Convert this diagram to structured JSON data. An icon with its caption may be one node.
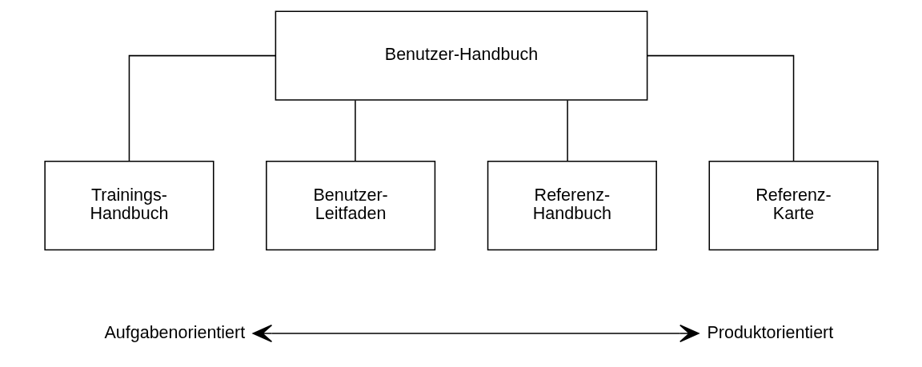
{
  "diagram": {
    "nodes": [
      {
        "text": [
          "Benutzer-Handbuch"
        ]
      },
      {
        "text": [
          "Trainings- Handbuch"
        ]
      },
      {
        "text": [
          "Benutzer- Leitfaden"
        ]
      },
      {
        "text": [
          "Referenz- Handbuch"
        ]
      },
      {
        "text": [
          "Referenz- Karte"
        ]
      },
      {
        "text": [
          "Aufgabenorientiert"
        ]
      },
      {
        "text": [
          "Produktorientiert"
        ]
      }
    ],
    "edges": [
      {
        "from": 0,
        "to": 1,
        "arrow": "none"
      },
      {
        "from": 0,
        "to": 2,
        "arrow": "none"
      },
      {
        "from": 0,
        "to": 3,
        "arrow": "none"
      },
      {
        "from": 0,
        "to": 4,
        "arrow": "none"
      },
      {
        "from": 5,
        "to": 6,
        "arrow": "both"
      }
    ]
  }
}
